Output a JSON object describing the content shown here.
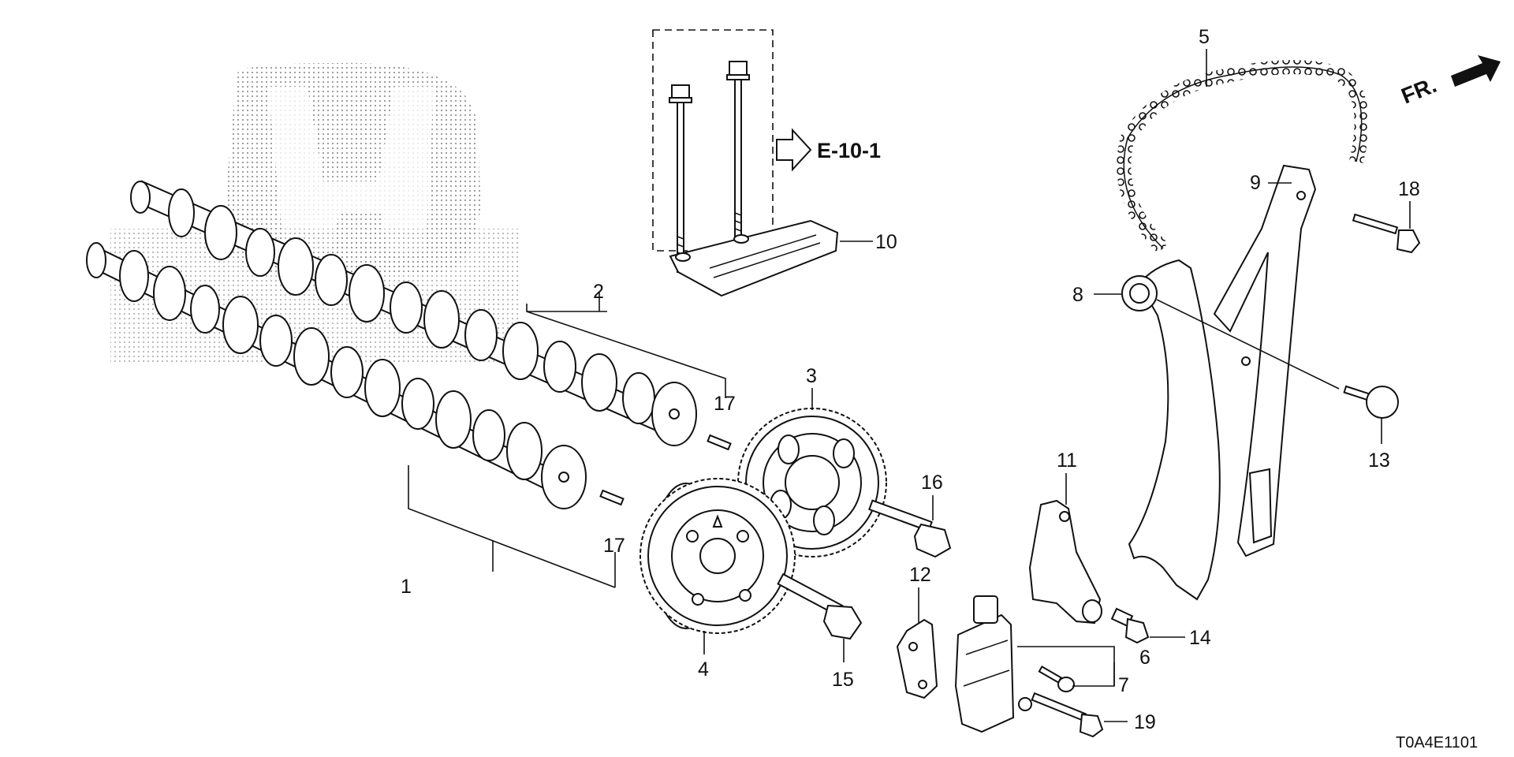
{
  "diagram": {
    "watermark": "honda-logo",
    "ref_arrow": "E-10-1",
    "front_arrow": "FR.",
    "drawing_code": "T0A4E1101",
    "callouts": [
      "1",
      "2",
      "3",
      "4",
      "5",
      "6",
      "7",
      "8",
      "9",
      "10",
      "11",
      "12",
      "13",
      "14",
      "15",
      "16",
      "17",
      "17",
      "18",
      "19"
    ],
    "parts": [
      "camshaft-lower",
      "camshaft-upper",
      "cam-sprocket",
      "vtc-actuator",
      "cam-chain",
      "chain-tensioner",
      "tensioner-bolt-small",
      "tensioner-arm",
      "chain-guide",
      "cam-holder-plate",
      "tensioner-lifter",
      "gasket",
      "pivot-bolt",
      "plug-bolt",
      "flange-bolt",
      "flange-bolt",
      "dowel-pin",
      "flange-bolt-18",
      "flange-bolt-19",
      "holder-bolts"
    ]
  }
}
